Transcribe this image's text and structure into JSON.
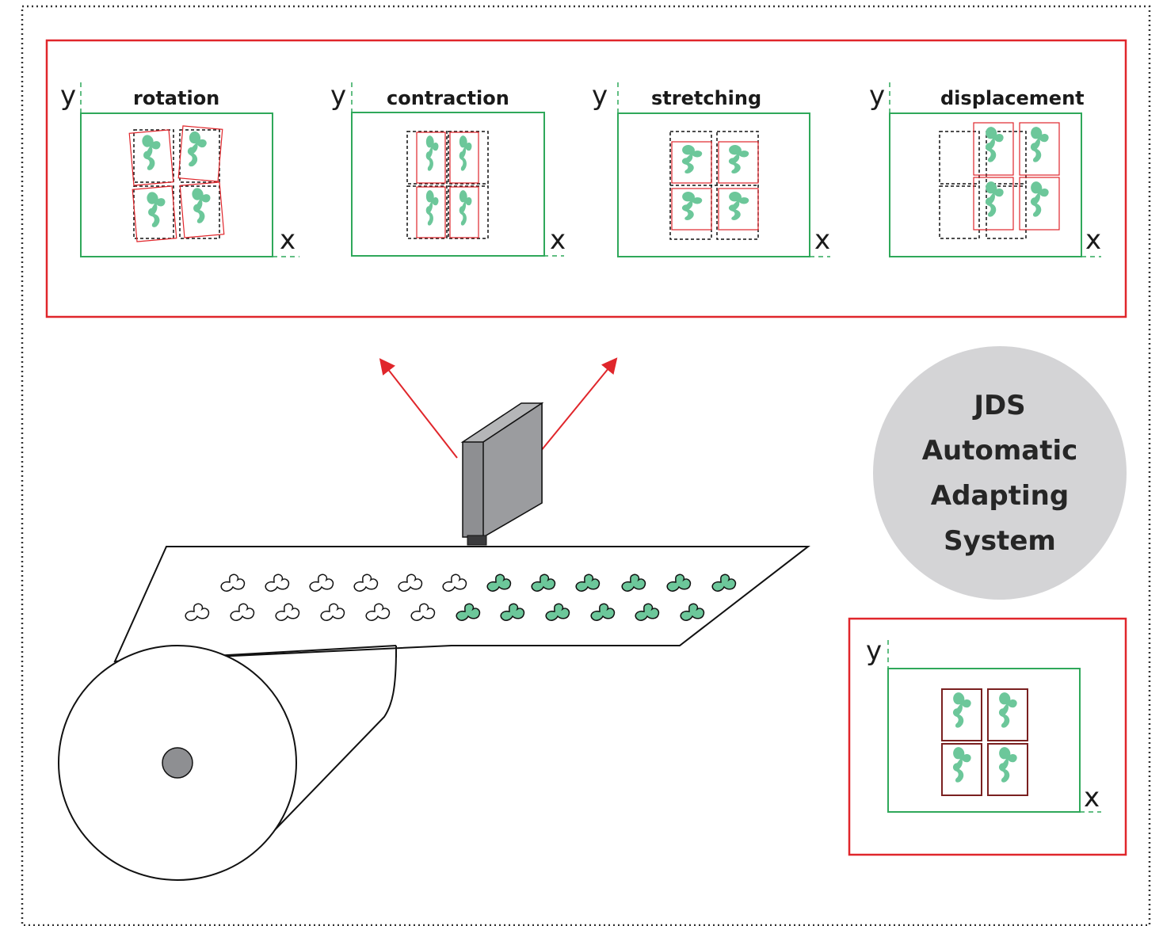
{
  "panels": [
    {
      "id": "rotation",
      "title": "rotation",
      "y_label": "y",
      "x_label": "x"
    },
    {
      "id": "contraction",
      "title": "contraction",
      "y_label": "y",
      "x_label": "x"
    },
    {
      "id": "stretching",
      "title": "stretching",
      "y_label": "y",
      "x_label": "x"
    },
    {
      "id": "displacement",
      "title": "displacement",
      "y_label": "y",
      "x_label": "x"
    }
  ],
  "result_panel": {
    "y_label": "y",
    "x_label": "x"
  },
  "system_badge": {
    "line1": "JDS",
    "line2": "Automatic",
    "line3": "Adapting",
    "line4": "System"
  },
  "colors": {
    "frame_red": "#e0262b",
    "sheet_green": "#2fa85a",
    "pattern_green": "#6cc79a",
    "badge_gray": "#d4d4d6",
    "camera_gray": "#8e8f92",
    "corrected_frame": "#7a2020"
  }
}
